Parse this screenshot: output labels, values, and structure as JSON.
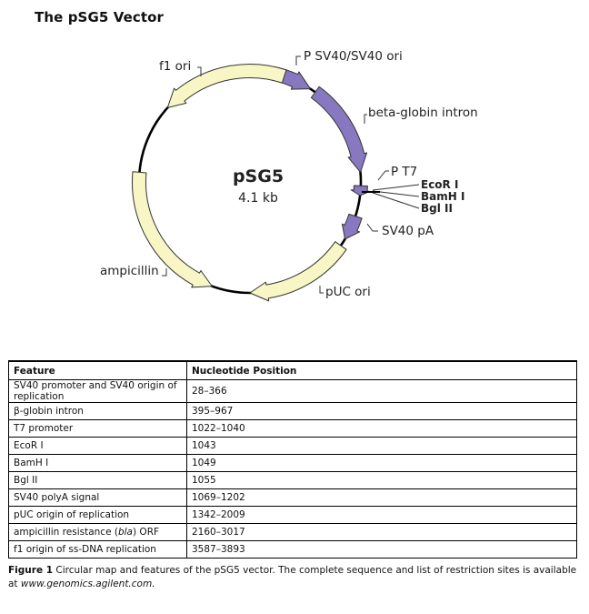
{
  "title": "The pSG5 Vector",
  "plasmid": {
    "name": "pSG5",
    "size": "4.1 kb"
  },
  "map_features": [
    {
      "id": "psv40",
      "label": "P SV40/SV40 ori",
      "kind": "promoter",
      "start_deg": 12,
      "end_deg": 33,
      "color": "#8878c0"
    },
    {
      "id": "bglobin",
      "label": "beta-globin intron",
      "kind": "intron",
      "start_deg": 36,
      "end_deg": 85,
      "color": "#8878c0"
    },
    {
      "id": "t7",
      "label": "P T7",
      "kind": "promoter",
      "start_deg": 92,
      "end_deg": 97,
      "color": "#8878c0"
    },
    {
      "id": "sv40pa",
      "label": "SV40 pA",
      "kind": "polyA",
      "start_deg": 108,
      "end_deg": 121,
      "color": "#8878c0"
    },
    {
      "id": "puc",
      "label": "pUC ori",
      "kind": "origin",
      "start_deg": 125,
      "end_deg": 180,
      "color": "#f8f6c4"
    },
    {
      "id": "amp",
      "label": "ampicillin",
      "kind": "gene",
      "start_deg": 275,
      "end_deg": 200,
      "color": "#f8f6c4"
    },
    {
      "id": "f1",
      "label": "f1 ori",
      "kind": "origin",
      "start_deg": 18,
      "end_deg": -48,
      "color": "#f8f6c4"
    }
  ],
  "sites": [
    {
      "label": "EcoR I"
    },
    {
      "label": "BamH I"
    },
    {
      "label": "Bgl II"
    }
  ],
  "table": {
    "headers": [
      "Feature",
      "Nucleotide Position"
    ],
    "rows": [
      [
        "SV40 promoter and SV40 origin of replication",
        "28–366"
      ],
      [
        "β-globin intron",
        "395–967"
      ],
      [
        "T7 promoter",
        "1022–1040"
      ],
      [
        "EcoR I",
        "1043"
      ],
      [
        "BamH I",
        "1049"
      ],
      [
        "Bgl II",
        "1055"
      ],
      [
        "SV40 polyA signal",
        "1069–1202"
      ],
      [
        "pUC origin of replication",
        "1342–2009"
      ],
      [
        "ampicillin resistance (bla) ORF",
        "2160–3017"
      ],
      [
        "f1 origin of ss-DNA replication",
        "3587–3893"
      ]
    ]
  },
  "caption": {
    "label": "Figure 1",
    "text": "Circular map and features of the pSG5 vector. The complete sequence and list of restriction sites is available at",
    "link": "www.genomics.agilent.com."
  }
}
